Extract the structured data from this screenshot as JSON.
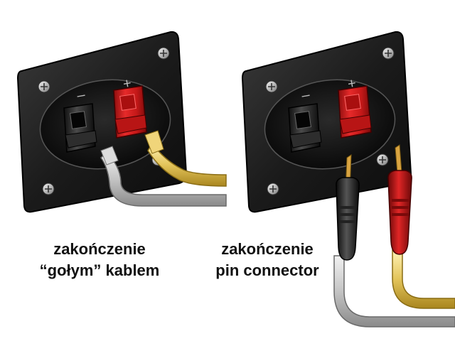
{
  "colors": {
    "panel": "#1b1b1b",
    "panel_edge": "#3a3a3a",
    "well": "#0f0f0f",
    "terminal_red": "#d71f1f",
    "terminal_black": "#1a1a1a",
    "wire_silver": "#c9c9c9",
    "wire_gold": "#e3c45a",
    "copper": "#d9a441",
    "text": "#111111",
    "background": "#ffffff"
  },
  "icons": [
    "screw-icon",
    "minus-sign",
    "plus-sign"
  ],
  "left_panel": {
    "minus_symbol": "–",
    "plus_symbol": "+",
    "caption_line1": "zakończenie",
    "caption_line2": "“gołym” kablem"
  },
  "right_panel": {
    "minus_symbol": "–",
    "plus_symbol": "+",
    "caption_line1": "zakończenie",
    "caption_line2": "pin connector"
  }
}
